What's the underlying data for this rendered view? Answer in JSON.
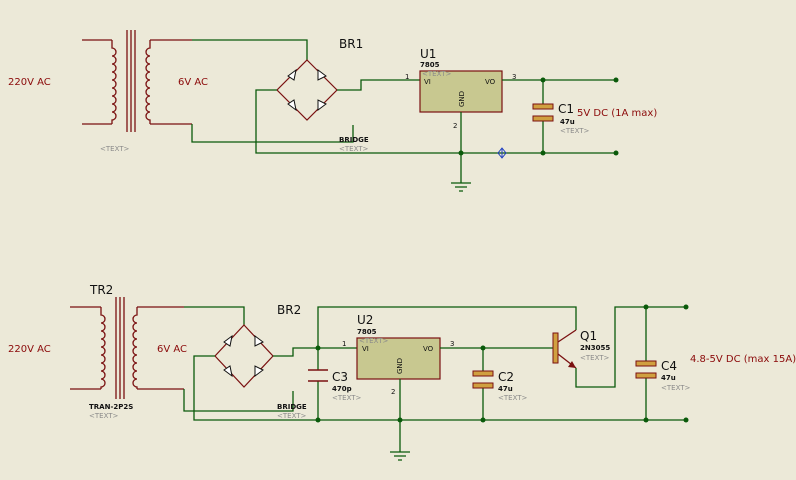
{
  "circuit1": {
    "input_label": "220V AC",
    "secondary_label": "6V AC",
    "transformer_text": "<TEXT>",
    "bridge": {
      "name": "BR1",
      "type": "BRIDGE",
      "text": "<TEXT>"
    },
    "regulator": {
      "name": "U1",
      "part": "7805",
      "text": "<TEXT>",
      "pin_vi": "VI",
      "pin_vo": "VO",
      "pin_gnd": "GND",
      "pin1": "1",
      "pin2": "2",
      "pin3": "3"
    },
    "capacitor": {
      "name": "C1",
      "value": "47u",
      "text": "<TEXT>"
    },
    "output_label": "5V DC (1A max)"
  },
  "circuit2": {
    "transformer_name": "TR2",
    "transformer_part": "TRAN-2P2S",
    "transformer_text": "<TEXT>",
    "input_label": "220V AC",
    "secondary_label": "6V AC",
    "bridge": {
      "name": "BR2",
      "type": "BRIDGE",
      "text": "<TEXT>"
    },
    "regulator": {
      "name": "U2",
      "part": "7805",
      "text": "<TEXT>",
      "pin_vi": "VI",
      "pin_vo": "VO",
      "pin_gnd": "GND",
      "pin1": "1",
      "pin2": "2",
      "pin3": "3"
    },
    "capacitor_c3": {
      "name": "C3",
      "value": "470p",
      "text": "<TEXT>"
    },
    "capacitor_c2": {
      "name": "C2",
      "value": "47u",
      "text": "<TEXT>"
    },
    "transistor": {
      "name": "Q1",
      "part": "2N3055",
      "text": "<TEXT>"
    },
    "capacitor_c4": {
      "name": "C4",
      "value": "47u",
      "text": "<TEXT>"
    },
    "output_label": "4.8-5V DC (max 15A)"
  },
  "colors": {
    "background": "#ece9d8",
    "wire": "#0a5a0a",
    "component": "#7a1010",
    "ic_fill": "#c8c890",
    "placeholder": "#8a8a8a",
    "wire_cursor": "#2040c0"
  }
}
